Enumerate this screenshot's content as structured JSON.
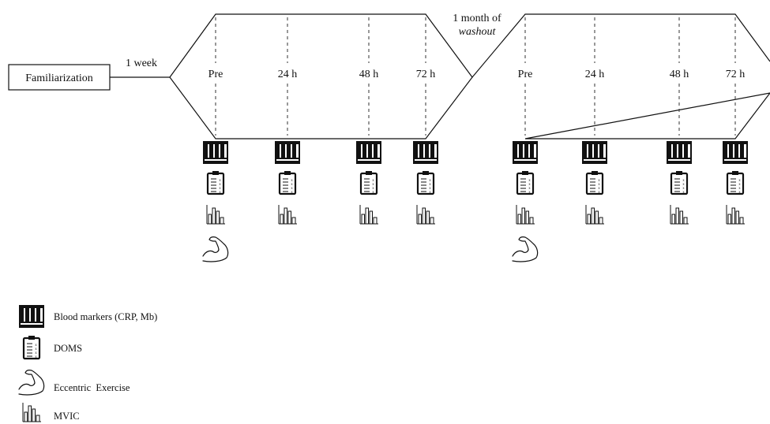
{
  "start_box": "Familiarization",
  "interval_label": "1 week",
  "washout": {
    "line1": "1 month of",
    "line2": "washout"
  },
  "timepoints": [
    "Pre",
    "24 h",
    "48 h",
    "72 h"
  ],
  "legend": [
    {
      "icon": "test-tubes-icon",
      "label": "Blood markers (CRP, Mb)"
    },
    {
      "icon": "clipboard-icon",
      "label": "DOMS"
    },
    {
      "icon": "flexed-arm-icon",
      "label": "Eccentric  Exercise"
    },
    {
      "icon": "bar-chart-icon",
      "label": "MVIC"
    }
  ]
}
